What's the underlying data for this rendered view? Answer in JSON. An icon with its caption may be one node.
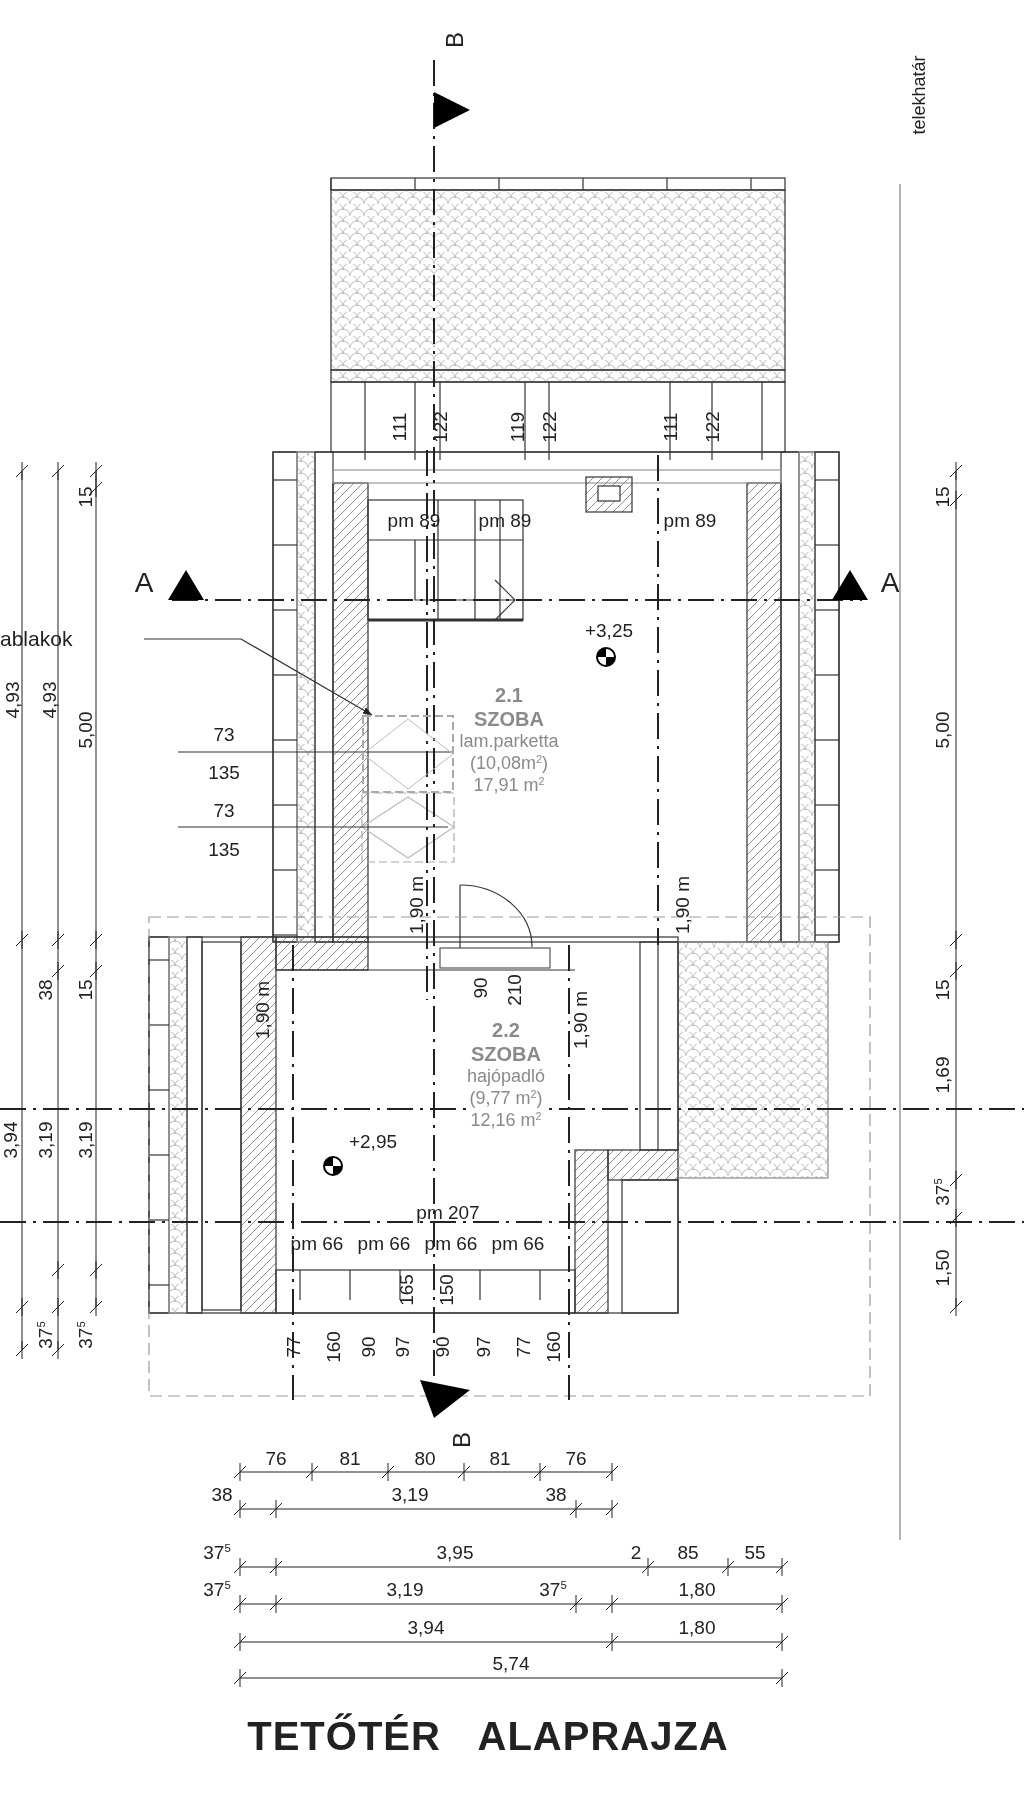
{
  "diagram": {
    "title": "TETŐTÉR ALAPRAJZA",
    "nodes": [
      {
        "text": [
          "2.1",
          "SZOBA",
          "lam.parketta",
          "(10,08m$^{2}$)",
          "17,91 m$^{2}$"
        ]
      },
      {
        "text": [
          "2.2",
          "SZOBA",
          "hajópadló",
          "(9,77 m$^{2}$)",
          "12,16 m$^{2}$"
        ]
      },
      {
        "text": [
          "ablakok"
        ]
      },
      {
        "text": [],
        "shape": "box"
      }
    ],
    "edges": [
      {
        "from": 2,
        "to": 3,
        "arrow": "to"
      }
    ],
    "labels": [
      "B",
      "telekhatár",
      "111",
      "122",
      "119",
      "122",
      "111",
      "122",
      "15",
      "15",
      "pm 89",
      "pm 89",
      "pm 89",
      "A",
      "A",
      "+3,25",
      "4,93",
      "4,93",
      "5,00",
      "5,00",
      "73",
      "135",
      "73",
      "135",
      "1,90 m",
      "1,90 m",
      "38",
      "15",
      "15",
      "1,90 m",
      "90",
      "210",
      "1,90 m",
      "1,69",
      "3,94",
      "3,19",
      "3,19",
      "+2,95",
      "37$^{5}$",
      "1,50",
      "pm 207",
      "pm 66",
      "pm 66",
      "pm 66",
      "pm 66",
      "165",
      "150",
      "37$^{5}$",
      "37$^{5}$",
      "77",
      "160",
      "90",
      "97",
      "90",
      "97",
      "77",
      "160",
      "B",
      "76",
      "81",
      "80",
      "81",
      "76",
      "38",
      "3,19",
      "38",
      "37$^{5}$",
      "3,95",
      "2",
      "85",
      "55",
      "37$^{5}$",
      "3,19",
      "37$^{5}$",
      "1,80",
      "3,94",
      "1,80",
      "5,74"
    ]
  }
}
